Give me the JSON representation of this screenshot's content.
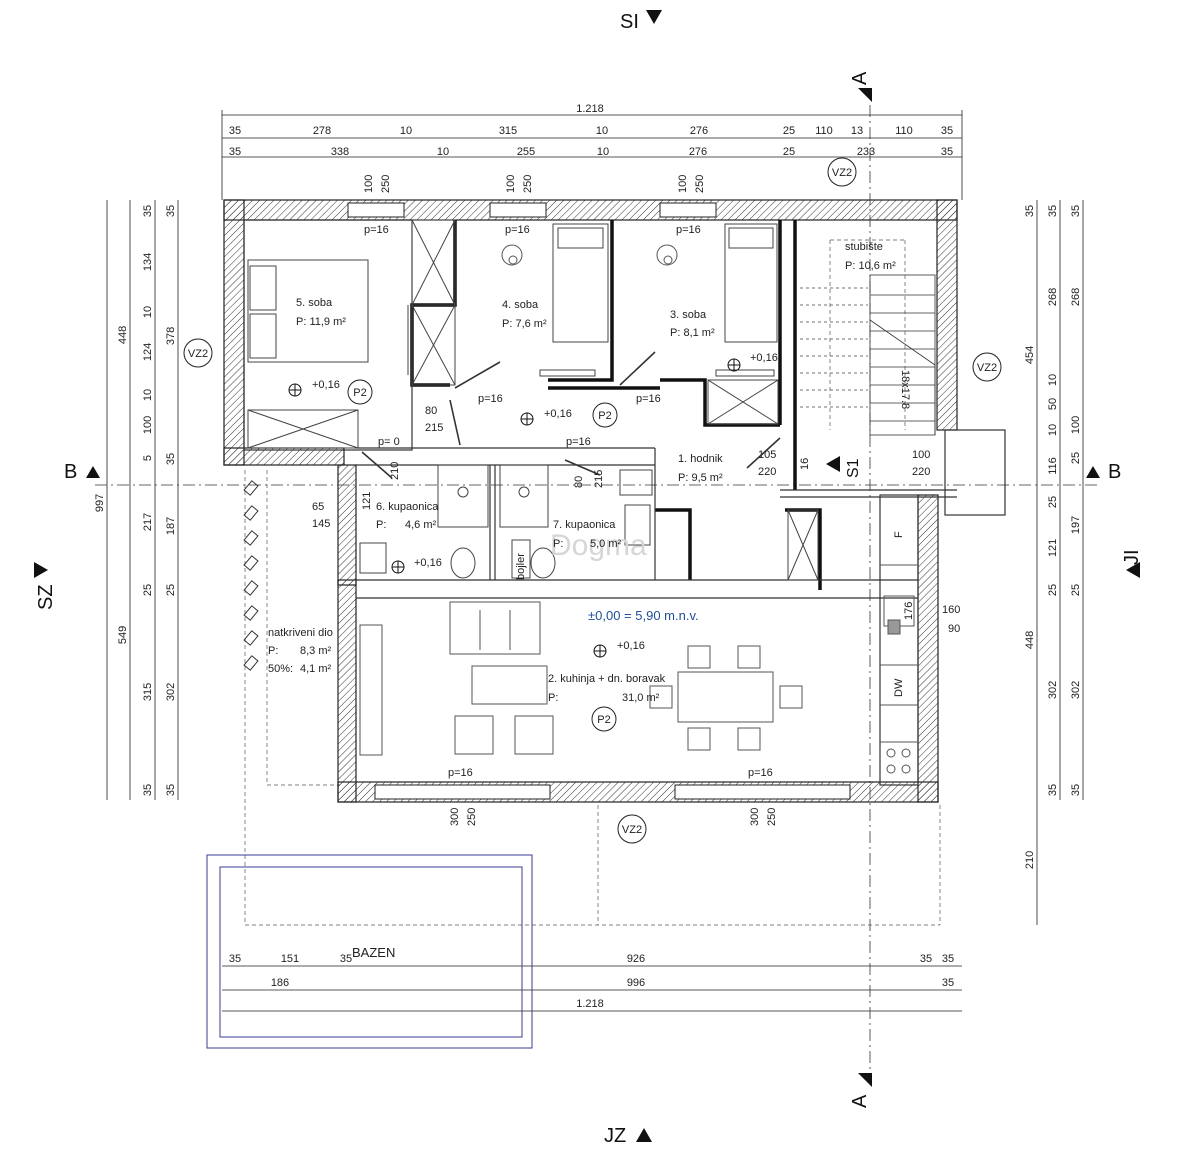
{
  "orientation": {
    "north": "SI",
    "south": "JZ",
    "west": "SZ",
    "east": "JI"
  },
  "sections": {
    "a": "A",
    "b": "B",
    "s1": "S1"
  },
  "level_label": "±0,00 = 5,90 m.n.v.",
  "watermark": "Dogma",
  "pool_label": "BAZEN",
  "rooms": {
    "soba5": {
      "name": "5. soba",
      "area": "P: 11,9 m²"
    },
    "soba4": {
      "name": "4. soba",
      "area": "P: 7,6 m²"
    },
    "soba3": {
      "name": "3. soba",
      "area": "P: 8,1 m²"
    },
    "stubiste": {
      "name": "stubište",
      "area": "P: 10,6 m²"
    },
    "hodnik": {
      "name": "1. hodnik",
      "area": "P: 9,5 m²"
    },
    "kupaonica6": {
      "name": "6. kupaonica",
      "area_prefix": "P:",
      "area": "4,6 m²"
    },
    "kupaonica7": {
      "name": "7. kupaonica",
      "area_prefix": "P:",
      "area": "5,0 m²"
    },
    "kuhinja": {
      "name": "2. kuhinja + dn. boravak",
      "area_prefix": "P:",
      "area": "31,0 m²"
    },
    "natkriveni": {
      "name": "natkriveni dio",
      "area_prefix": "P:",
      "area": "8,3 m²",
      "half_prefix": "50%:",
      "half_area": "4,1 m²"
    }
  },
  "tags": {
    "vz2": "VZ2",
    "p2": "P2",
    "bojler": "bojler"
  },
  "elevations": {
    "e016": "+0,16",
    "p16": "p=16",
    "p0": "p= 0"
  },
  "appliances": {
    "f": "F",
    "dw": "DW",
    "sink": "176"
  },
  "dims_top": {
    "overall": "1.218",
    "row1": [
      "35",
      "278",
      "10",
      "315",
      "10",
      "276",
      "25",
      "110",
      "13",
      "110",
      "35"
    ],
    "row2": [
      "35",
      "338",
      "10",
      "255",
      "10",
      "276",
      "25",
      "233",
      "35"
    ]
  },
  "dims_bottom": {
    "row1": [
      "35",
      "151",
      "35",
      "926",
      "35",
      "35"
    ],
    "row2": [
      "186",
      "996",
      "35"
    ],
    "overall": "1.218"
  },
  "dims_left": {
    "overall": "997",
    "col_a": [
      "448",
      "549"
    ],
    "col_b": [
      "35",
      "134",
      "10",
      "124",
      "10",
      "100",
      "5",
      "217",
      "25",
      "315",
      "35"
    ],
    "col_c": [
      "35",
      "378",
      "35",
      "187",
      "25",
      "302",
      "35"
    ]
  },
  "dims_right": {
    "col_a": [
      "454",
      "448",
      "210"
    ],
    "col_b": [
      "35",
      "268",
      "10",
      "50",
      "10",
      "116",
      "25",
      "121",
      "25",
      "302",
      "35"
    ],
    "col_c": [
      "35",
      "268",
      "100",
      "25",
      "197",
      "25",
      "302",
      "35"
    ]
  },
  "openings": {
    "w_top": [
      "100",
      "250"
    ],
    "w_bottom": [
      "300",
      "250"
    ],
    "d80": "80",
    "d215": "215",
    "d210": "210",
    "d121": "121",
    "d65": "65",
    "d145": "145",
    "d105": "105",
    "d220": "220",
    "d100": "100",
    "d16": "16",
    "d160": "160",
    "d90": "90",
    "stair": "18x17.8"
  }
}
